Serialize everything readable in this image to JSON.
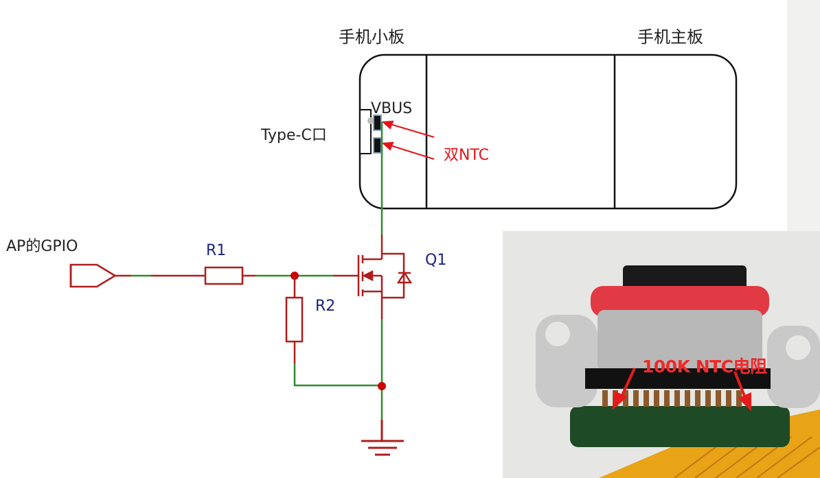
{
  "diagram": {
    "labels": {
      "small_board": "手机小板",
      "main_board": "手机主板",
      "type_c_port": "Type-C口",
      "vbus": "VBUS",
      "dual_ntc": "双NTC",
      "ap_gpio": "AP的GPIO",
      "r1": "R1",
      "r2": "R2",
      "q1": "Q1"
    },
    "colors": {
      "wire_green": "#2e8b2e",
      "component_red": "#b01c1c",
      "junction_red": "#cc0000",
      "annotation_red": "#e3151b",
      "ref_blue": "#1a237e",
      "outline_black": "#111111"
    }
  },
  "photo": {
    "annotation": "100K NTC电阻"
  }
}
